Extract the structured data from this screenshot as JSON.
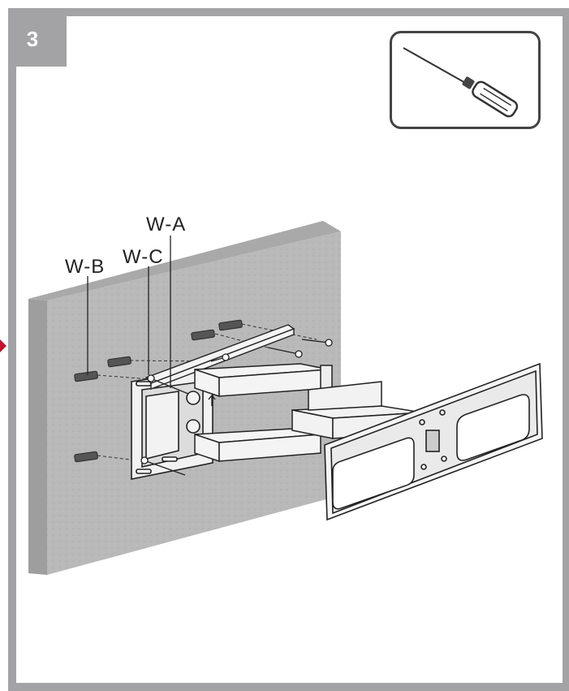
{
  "step": {
    "number": "3"
  },
  "tool": {
    "icon": "screwdriver-icon"
  },
  "labels": {
    "wa": "W-A",
    "wb": "W-B",
    "wc": "W-C"
  },
  "colors": {
    "frame": "#a3a3a5",
    "wall": "#b8b8b8",
    "edge_marker": "#c8102e"
  }
}
